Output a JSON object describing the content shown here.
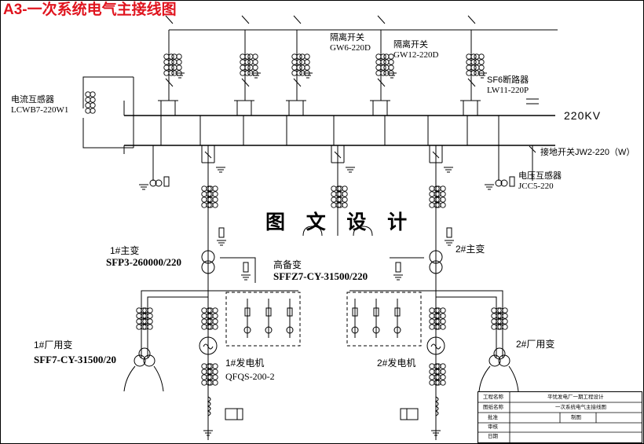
{
  "title": "A3-一次系统电气主接线图",
  "watermark": "图 文 设 计",
  "labels": {
    "gw6_name": "隔离开关",
    "gw6_model": "GW6-220D",
    "gw12_name": "隔离开关",
    "gw12_model": "GW12-220D",
    "sf6_name": "SF6断路器",
    "sf6_model": "LW11-220P",
    "ct_name": "电流互感器",
    "ct_model": "LCWB7-220W1",
    "bus_voltage": "220KV",
    "earth_switch": "接地开关JW2-220（W）",
    "pt_name": "电压互感器",
    "pt_model": "JCC5-220",
    "t1_name": "1#主变",
    "t1_model": "SFP3-260000/220",
    "t2_name": "2#主变",
    "standby_name": "高备变",
    "standby_model": "SFFZ7-CY-31500/220",
    "aux1_name": "1#厂用变",
    "aux1_model": "SFF7-CY-31500/20",
    "aux2_name": "2#厂用变",
    "gen1_name": "1#发电机",
    "gen1_model": "QFQS-200-2",
    "gen2_name": "2#发电机"
  },
  "title_block": {
    "project_label": "工程名称",
    "project_value": "平忧发电厂一期工程设计",
    "drawing_label": "图纸名称",
    "drawing_value": "一次系统电气主接线图",
    "check_label": "批准",
    "drawn_label": "制图",
    "review_label": "审核",
    "date_label": "日期"
  }
}
